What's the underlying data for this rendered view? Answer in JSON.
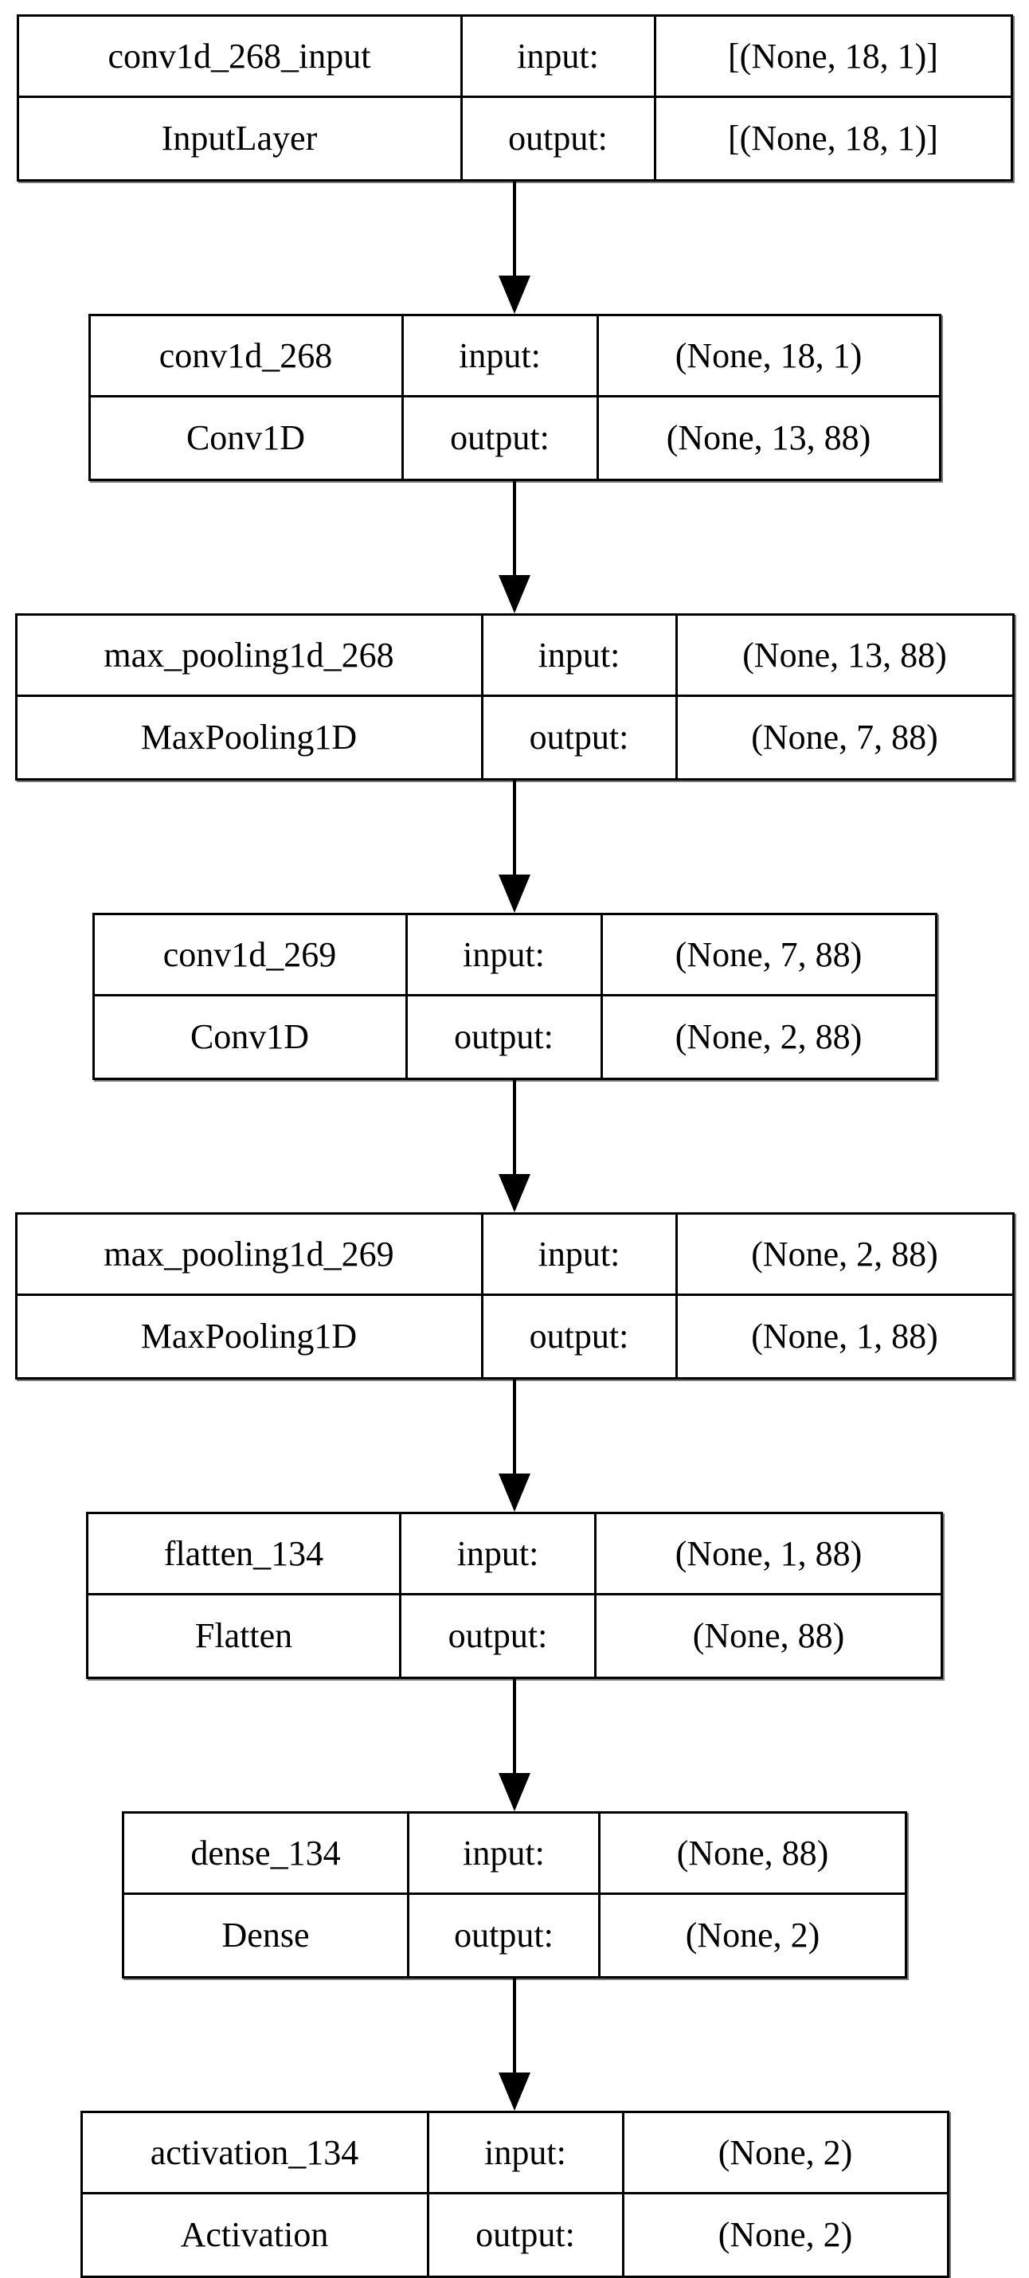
{
  "diagram": {
    "kind": "keras-model-architecture-flowchart",
    "colors": {
      "border": "#000000",
      "background": "#ffffff",
      "text": "#000000",
      "arrow": "#000000"
    },
    "labels": {
      "input": "input:",
      "output": "output:"
    },
    "layers": [
      {
        "name": "conv1d_268_input",
        "type": "InputLayer",
        "input_shape": "[(None, 18, 1)]",
        "output_shape": "[(None, 18, 1)]"
      },
      {
        "name": "conv1d_268",
        "type": "Conv1D",
        "input_shape": "(None, 18, 1)",
        "output_shape": "(None, 13, 88)"
      },
      {
        "name": "max_pooling1d_268",
        "type": "MaxPooling1D",
        "input_shape": "(None, 13, 88)",
        "output_shape": "(None, 7, 88)"
      },
      {
        "name": "conv1d_269",
        "type": "Conv1D",
        "input_shape": "(None, 7, 88)",
        "output_shape": "(None, 2, 88)"
      },
      {
        "name": "max_pooling1d_269",
        "type": "MaxPooling1D",
        "input_shape": "(None, 2, 88)",
        "output_shape": "(None, 1, 88)"
      },
      {
        "name": "flatten_134",
        "type": "Flatten",
        "input_shape": "(None, 1, 88)",
        "output_shape": "(None, 88)"
      },
      {
        "name": "dense_134",
        "type": "Dense",
        "input_shape": "(None, 88)",
        "output_shape": "(None, 2)"
      },
      {
        "name": "activation_134",
        "type": "Activation",
        "input_shape": "(None, 2)",
        "output_shape": "(None, 2)"
      }
    ]
  }
}
